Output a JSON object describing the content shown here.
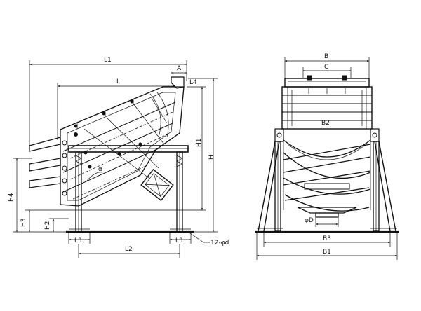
{
  "side_view": {
    "labels": {
      "L1": "L1",
      "A": "A",
      "L": "L",
      "L4": "L4",
      "H1": "H1",
      "H": "H",
      "H4": "H4",
      "H3": "H3",
      "H2": "H2",
      "angle": "α",
      "L3_left": "L3",
      "L3_right": "L3",
      "L2": "L2",
      "bolts": "12-φd"
    }
  },
  "front_view": {
    "labels": {
      "B": "B",
      "C": "C",
      "B2": "B2",
      "phiD": "φD",
      "B3": "B3",
      "B1": "B1"
    }
  },
  "colors": {
    "ink": "#111111",
    "background": "#ffffff"
  }
}
